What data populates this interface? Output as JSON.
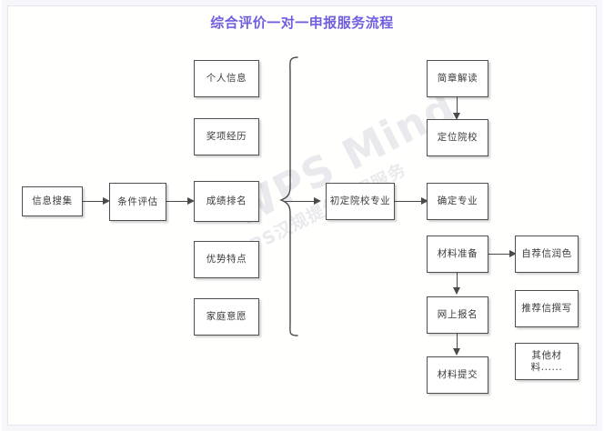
{
  "title": "综合评价一对一申报服务流程",
  "theme": {
    "title_color": "#6f5ee0",
    "node_border": "#4f4f4f",
    "node_text": "#3b3b3b",
    "connector": "#4a4a4a",
    "frame_border": "#e6e6f2",
    "canvas_bg": "#ffffff",
    "watermark_color": "#e9e9ee"
  },
  "watermark": {
    "primary": "WPS Mind",
    "secondary": "WPS汉规提供作图服务"
  },
  "nodes": {
    "info_collection": "信息搜集",
    "condition_eval": "条件评估",
    "personal_info": "个人信息",
    "award_history": "奖项经历",
    "score_rank": "成绩排名",
    "strength_traits": "优势特点",
    "family_wish": "家庭意愿",
    "prelim_school_major": "初定院校专业",
    "brochure_reading": "简章解读",
    "locate_school": "定位院校",
    "confirm_major": "确定专业",
    "material_prep": "材料准备",
    "online_apply": "网上报名",
    "material_submit": "材料提交",
    "self_rec_polish": "自荐信润色",
    "recommend_letter": "推荐信撰写",
    "other_materials": "其他材料......"
  },
  "groups": {
    "evaluation_items": [
      "个人信息",
      "奖项经历",
      "成绩排名",
      "优势特点",
      "家庭意愿"
    ],
    "school_track": [
      "简章解读",
      "定位院校",
      "确定专业"
    ],
    "application_track": [
      "材料准备",
      "网上报名",
      "材料提交"
    ],
    "material_items": [
      "自荐信润色",
      "推荐信撰写",
      "其他材料......"
    ]
  },
  "flow_edges": [
    {
      "from": "信息搜集",
      "to": "条件评估",
      "type": "arrow-right"
    },
    {
      "from": "条件评估",
      "to": "成绩排名",
      "type": "arrow-right"
    },
    {
      "from": "评估项集合",
      "to": "初定院校专业",
      "type": "brace-arrow-right"
    },
    {
      "from": "初定院校专业",
      "to": "确定专业",
      "type": "arrow-right"
    },
    {
      "from": "简章解读",
      "to": "定位院校",
      "type": "arrow-down"
    },
    {
      "from": "材料准备",
      "to": "网上报名",
      "type": "arrow-down"
    },
    {
      "from": "网上报名",
      "to": "材料提交",
      "type": "arrow-down"
    },
    {
      "from": "材料准备",
      "to": "自荐信润色",
      "type": "arrow-right"
    }
  ]
}
